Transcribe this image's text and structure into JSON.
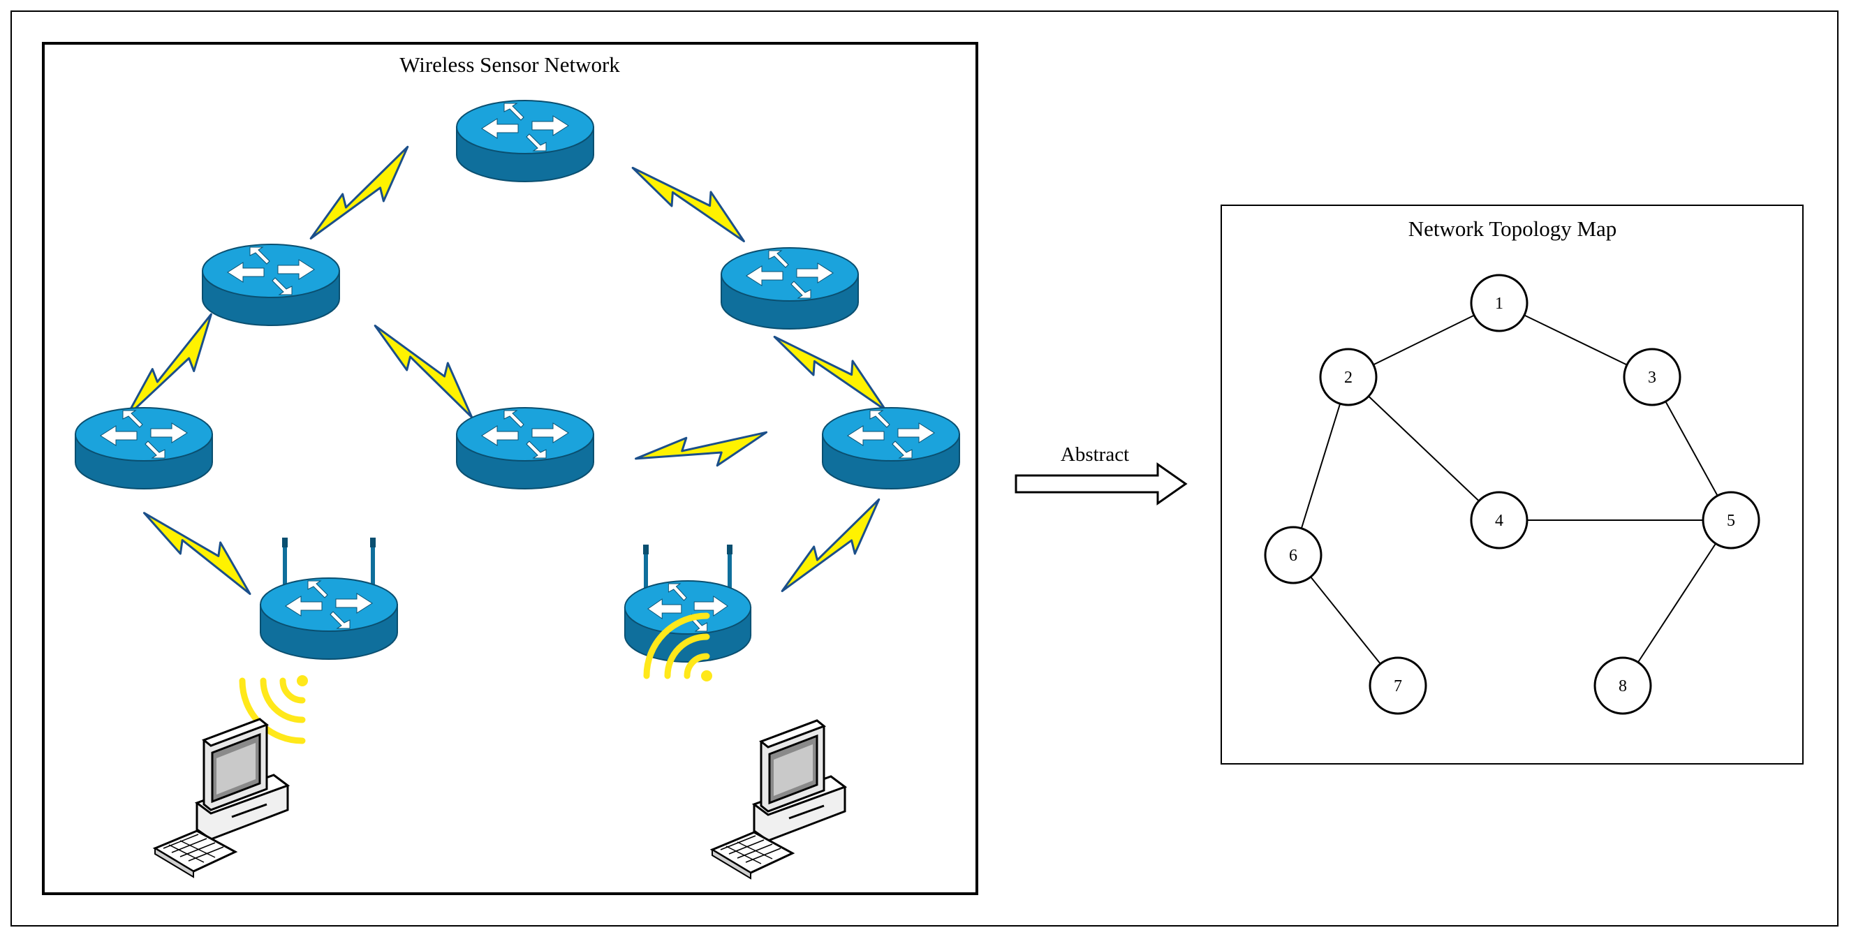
{
  "left_panel": {
    "title": "Wireless Sensor Network"
  },
  "arrow": {
    "label": "Abstract"
  },
  "right_panel": {
    "title": "Network Topology Map",
    "nodes": [
      {
        "id": "1"
      },
      {
        "id": "2"
      },
      {
        "id": "3"
      },
      {
        "id": "4"
      },
      {
        "id": "5"
      },
      {
        "id": "6"
      },
      {
        "id": "7"
      },
      {
        "id": "8"
      }
    ],
    "edges": [
      [
        "1",
        "2"
      ],
      [
        "1",
        "3"
      ],
      [
        "2",
        "4"
      ],
      [
        "2",
        "6"
      ],
      [
        "3",
        "5"
      ],
      [
        "4",
        "5"
      ],
      [
        "5",
        "8"
      ],
      [
        "6",
        "7"
      ]
    ]
  },
  "colors": {
    "router_top": "#1ba3dc",
    "router_side": "#0f6f9c",
    "lightning": "#fff200",
    "wifi": "#ffe81a",
    "line": "#000000"
  },
  "icons": {
    "router": "router-icon",
    "wireless_router": "wireless-router-icon",
    "link": "lightning-link-icon",
    "signal": "wifi-signal-icon",
    "computer": "computer-icon"
  }
}
